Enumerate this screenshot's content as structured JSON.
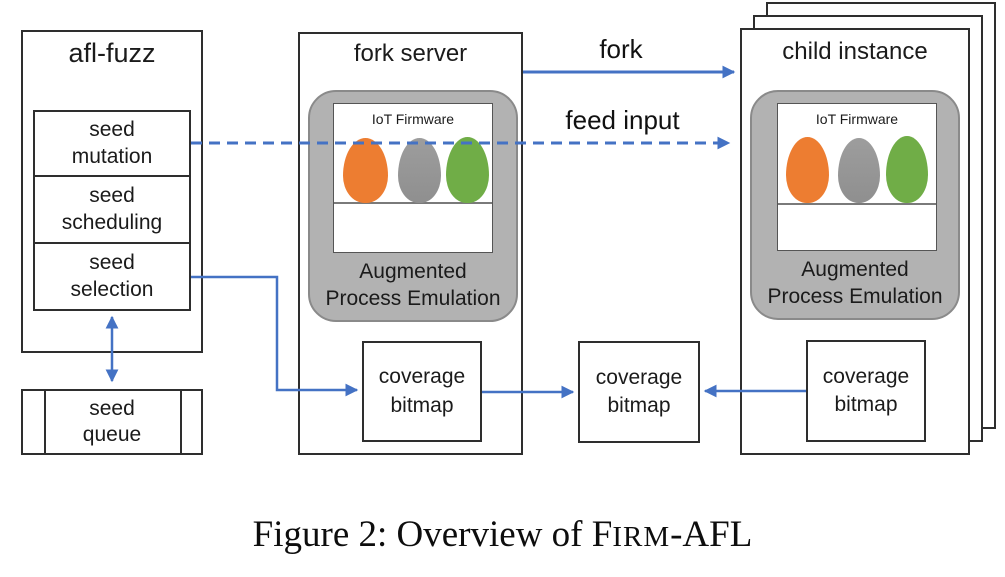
{
  "diagram": {
    "afl_fuzz": {
      "title": "afl-fuzz",
      "modules": [
        {
          "line1": "seed",
          "line2": "mutation"
        },
        {
          "line1": "seed",
          "line2": "scheduling"
        },
        {
          "line1": "seed",
          "line2": "selection"
        }
      ],
      "seed_queue": {
        "line1": "seed",
        "line2": "queue"
      }
    },
    "fork_server": {
      "title": "fork server",
      "firmware_label": "IoT Firmware",
      "emulation_line1": "Augmented",
      "emulation_line2": "Process Emulation",
      "coverage_bitmap": {
        "line1": "coverage",
        "line2": "bitmap"
      }
    },
    "shared": {
      "coverage_bitmap": {
        "line1": "coverage",
        "line2": "bitmap"
      }
    },
    "child_instance": {
      "title": "child instance",
      "firmware_label": "IoT Firmware",
      "emulation_line1": "Augmented",
      "emulation_line2": "Process Emulation",
      "coverage_bitmap": {
        "line1": "coverage",
        "line2": "bitmap"
      }
    },
    "arrow_labels": {
      "fork": "fork",
      "feed_input": "feed input"
    },
    "colors": {
      "arrow_blue": "#4472C4",
      "blob_orange": "#ED7D31",
      "blob_gray": "#989898",
      "blob_green": "#70AD47",
      "emulation_gray": "#B2B2B2",
      "box_border": "#2E2E2E"
    }
  },
  "caption": {
    "part1": "Figure 2: Overview of F",
    "part2": "IRM",
    "part3": "-AFL"
  }
}
